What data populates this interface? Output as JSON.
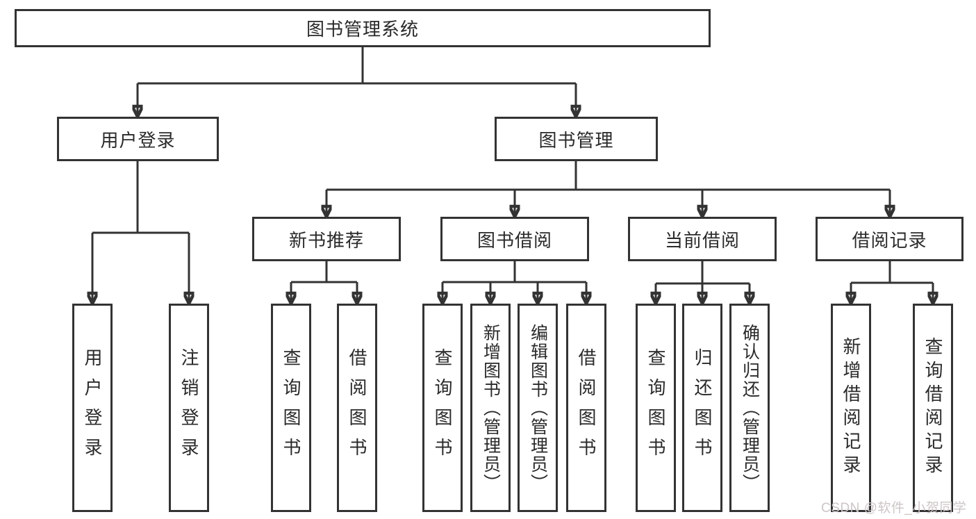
{
  "diagram_type": "tree",
  "nodes": {
    "root": {
      "label": "图书管理系统"
    },
    "user_login_group": {
      "label": "用户登录"
    },
    "book_mgmt": {
      "label": "图书管理"
    },
    "new_book_rec": {
      "label": "新书推荐"
    },
    "book_borrow": {
      "label": "图书借阅"
    },
    "current_borrow": {
      "label": "当前借阅"
    },
    "borrow_records": {
      "label": "借阅记录"
    },
    "user_login": {
      "label": "用户登录"
    },
    "logout": {
      "label": "注销登录"
    },
    "rec_query_books": {
      "label": "查询图书"
    },
    "rec_borrow_books": {
      "label": "借阅图书"
    },
    "bb_query_books": {
      "label": "查询图书"
    },
    "bb_add_books": {
      "label": "新增图书（管理员）"
    },
    "bb_edit_books": {
      "label": "编辑图书（管理员）"
    },
    "bb_borrow_books": {
      "label": "借阅图书"
    },
    "cb_query_books": {
      "label": "查询图书"
    },
    "cb_return_books": {
      "label": "归还图书"
    },
    "cb_confirm_return": {
      "label": "确认归还（管理员）"
    },
    "br_add_record": {
      "label": "新增借阅记录"
    },
    "br_query_record": {
      "label": "查询借阅记录"
    }
  },
  "hierarchy": {
    "root": "图书管理系统",
    "children": [
      {
        "label": "用户登录",
        "children": [
          "用户登录",
          "注销登录"
        ]
      },
      {
        "label": "图书管理",
        "children": [
          {
            "label": "新书推荐",
            "children": [
              "查询图书",
              "借阅图书"
            ]
          },
          {
            "label": "图书借阅",
            "children": [
              "查询图书",
              "新增图书（管理员）",
              "编辑图书（管理员）",
              "借阅图书"
            ]
          },
          {
            "label": "当前借阅",
            "children": [
              "查询图书",
              "归还图书",
              "确认归还（管理员）"
            ]
          },
          {
            "label": "借阅记录",
            "children": [
              "新增借阅记录",
              "查询借阅记录"
            ]
          }
        ]
      }
    ]
  },
  "watermark": {
    "text": "CSDN @软件_小贺同学"
  },
  "colors": {
    "line": "#333333",
    "box_border": "#333333",
    "text": "#2a2a2a",
    "watermark": "#cdc5c5",
    "background": "#ffffff"
  }
}
